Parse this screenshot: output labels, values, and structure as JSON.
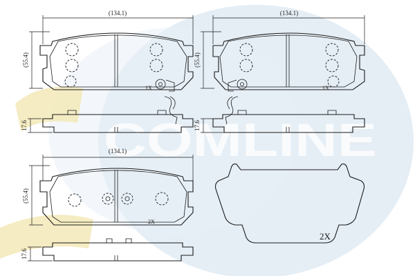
{
  "brand": {
    "watermark_text": "COMLINE",
    "colors": {
      "oval": "#dce8f2",
      "accent": "#f3e7b4",
      "ink": "#1a1a1a"
    }
  },
  "dimensions": {
    "width_top_left": "(134.1)",
    "width_top_right": "(134.1)",
    "width_bottom_left": "(134.1)",
    "height_top_left": "(55.4)",
    "height_top_right": "(55.4)",
    "height_bottom_left": "(55.4)",
    "thickness_top_left": "17.6",
    "thickness_top_right": "17.6",
    "thickness_bottom_left": "17.6"
  },
  "quantities": {
    "pad_top_left": "1X",
    "pad_top_right": "1X",
    "pad_bottom_left": "2X",
    "shim": "2X"
  }
}
